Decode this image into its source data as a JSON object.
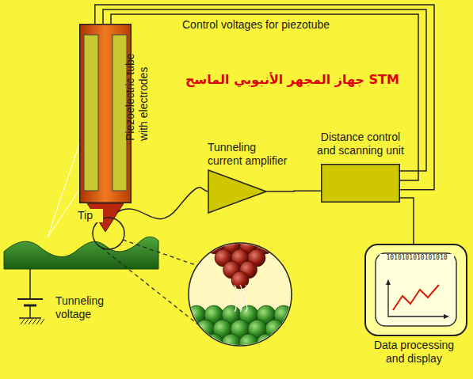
{
  "diagram": {
    "title": "STM جهاز المجهر الأنبوبي الماسح",
    "nodes": [
      {
        "text": [
          "Piezoelectric tube with electrodes"
        ]
      },
      {
        "text": [
          "Tunneling current amplifier"
        ]
      },
      {
        "text": [
          "Distance control and scanning unit"
        ]
      },
      {
        "text": [
          "Data processing and display"
        ]
      }
    ],
    "edges": [
      {
        "from": 2,
        "to": 0,
        "arrow": "none",
        "label": "Control voltages for piezotube"
      },
      {
        "from": 1,
        "to": 2,
        "arrow": "none"
      },
      {
        "from": 2,
        "to": 3,
        "arrow": "none"
      }
    ],
    "labels": [
      "Tip",
      "Tunneling voltage",
      "1010101010101010"
    ]
  }
}
